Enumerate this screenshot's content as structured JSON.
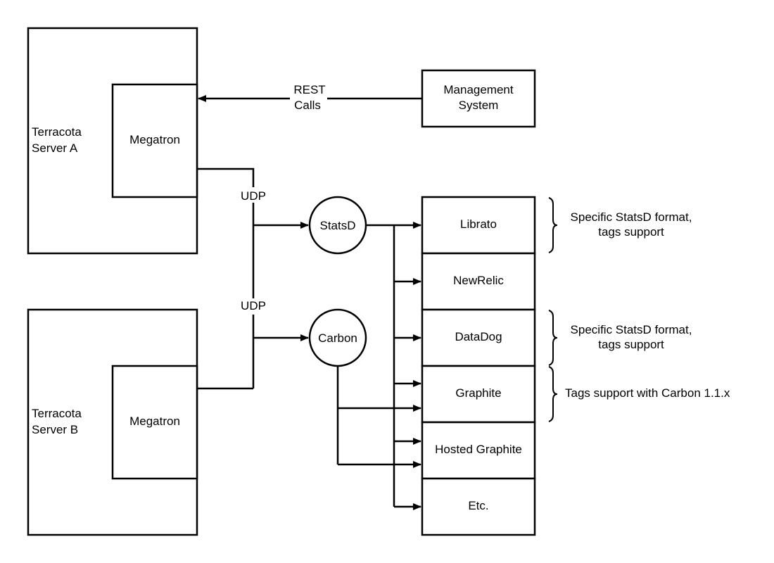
{
  "diagram": {
    "servers": [
      {
        "label_line1": "Terracota",
        "label_line2": "Server A",
        "component": "Megatron"
      },
      {
        "label_line1": "Terracota",
        "label_line2": "Server B",
        "component": "Megatron"
      }
    ],
    "management": {
      "line1": "Management",
      "line2": "System"
    },
    "rest_label": {
      "line1": "REST",
      "line2": "Calls"
    },
    "udp_labels": [
      "UDP",
      "UDP"
    ],
    "aggregators": [
      {
        "label": "StatsD"
      },
      {
        "label": "Carbon"
      }
    ],
    "backends": [
      {
        "label": "Librato"
      },
      {
        "label": "NewRelic"
      },
      {
        "label": "DataDog"
      },
      {
        "label": "Graphite"
      },
      {
        "label": "Hosted Graphite"
      },
      {
        "label": "Etc."
      }
    ],
    "notes": [
      {
        "line1": "Specific StatsD format,",
        "line2": "tags support",
        "applies_to": "Librato"
      },
      {
        "line1": "Specific StatsD format,",
        "line2": "tags support",
        "applies_to": "DataDog"
      },
      {
        "line1": "Tags support with Carbon 1.1.x",
        "applies_to": "Graphite"
      }
    ]
  }
}
